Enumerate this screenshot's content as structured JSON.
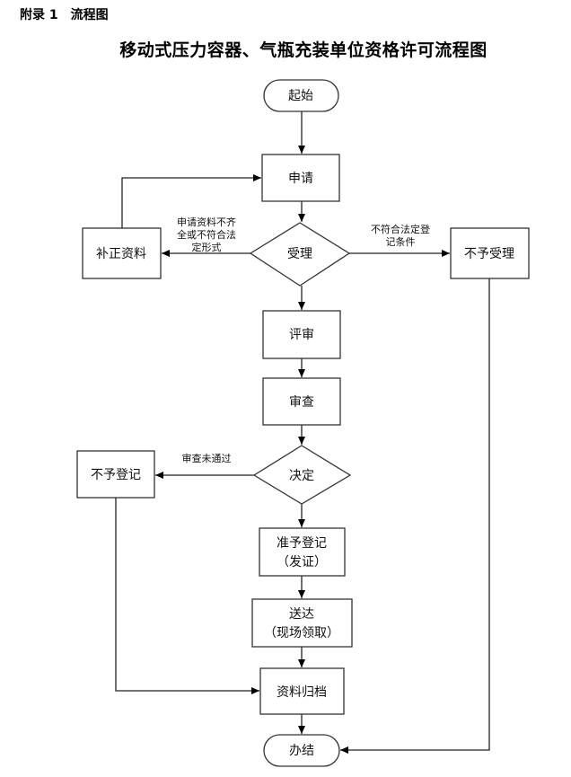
{
  "header": {
    "appendix": "附录 1　流程图",
    "title": "移动式压力容器、气瓶充装单位资格许可流程图"
  },
  "nodes": {
    "start": "起始",
    "apply": "申请",
    "accept": "受理",
    "supplement": "补正资料",
    "reject_accept": "不予受理",
    "review": "评审",
    "examine": "审查",
    "decide": "决定",
    "reject_register": "不予登记",
    "approve_line1": "准予登记",
    "approve_line2": "（发证）",
    "deliver_line1": "送达",
    "deliver_line2": "（现场领取）",
    "archive": "资料归档",
    "end": "办结"
  },
  "edge_labels": {
    "incomplete_line1": "申请资料不齐",
    "incomplete_line2": "全或不符合法",
    "incomplete_line3": "定形式",
    "not_eligible_line1": "不符合法定登",
    "not_eligible_line2": "记条件",
    "not_passed": "审查未通过"
  }
}
